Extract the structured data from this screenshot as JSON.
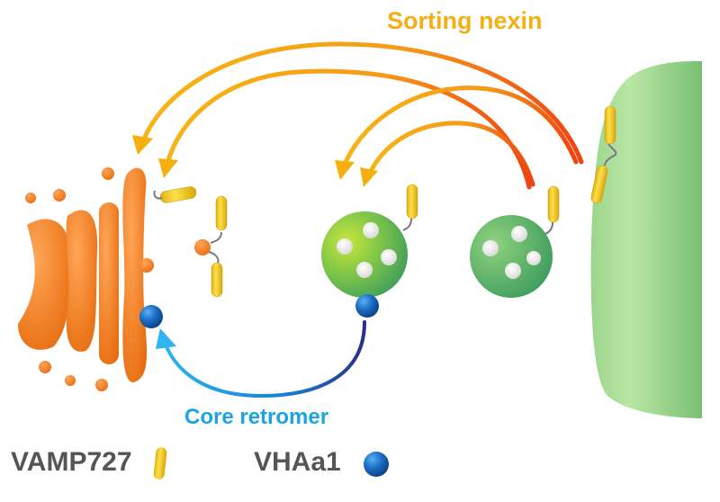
{
  "diagram": {
    "labels": {
      "sorting_nexin": "Sorting nexin",
      "core_retromer": "Core retromer"
    },
    "legend": [
      {
        "name": "VAMP727",
        "symbol": "yellow-cylinder"
      },
      {
        "name": "VHAa1",
        "symbol": "blue-sphere"
      }
    ],
    "colors": {
      "sorting_nexin": "#f5ae14",
      "sorting_nexin_end": "#ee4a14",
      "core_retromer": "#1aa4e3",
      "core_retromer_end": "#2a3a9a",
      "golgi": "#f07e22",
      "vamp727": "#f2cc1c",
      "vhaa1": "#1560b8",
      "vesicle": "#5cb560",
      "vacuole": "#86c87c",
      "legend_text": "#555555"
    },
    "components": [
      "Golgi/TGN",
      "PVC vesicle (yellow-green)",
      "PVC vesicle (green)",
      "Vacuole"
    ]
  }
}
